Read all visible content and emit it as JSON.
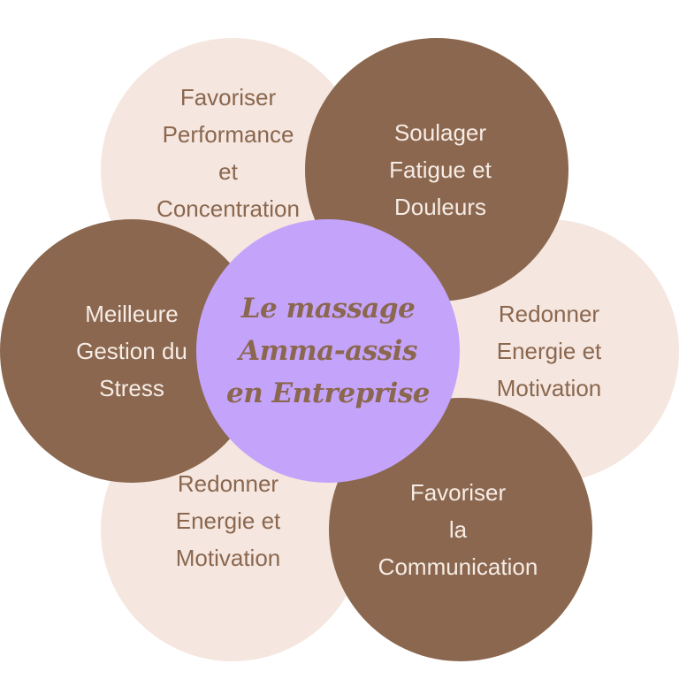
{
  "center": {
    "text": "Le massage\nAmma-assis\nen Entreprise"
  },
  "petals": [
    {
      "text": "Favoriser\nPerformance\net\nConcentration",
      "tone": "light"
    },
    {
      "text": "Soulager\nFatigue et\nDouleurs",
      "tone": "dark"
    },
    {
      "text": "Redonner\nEnergie et\nMotivation",
      "tone": "light"
    },
    {
      "text": "Favoriser\nla\nCommunication",
      "tone": "dark"
    },
    {
      "text": "Redonner\nEnergie et\nMotivation",
      "tone": "light"
    },
    {
      "text": "Meilleure\nGestion du\nStress",
      "tone": "dark"
    }
  ],
  "colors": {
    "light_petal": "#f5e6df",
    "dark_petal": "#8a674e",
    "center": "#c4a4fb",
    "text_brown": "#8a674e",
    "text_light": "#f7ece6"
  }
}
